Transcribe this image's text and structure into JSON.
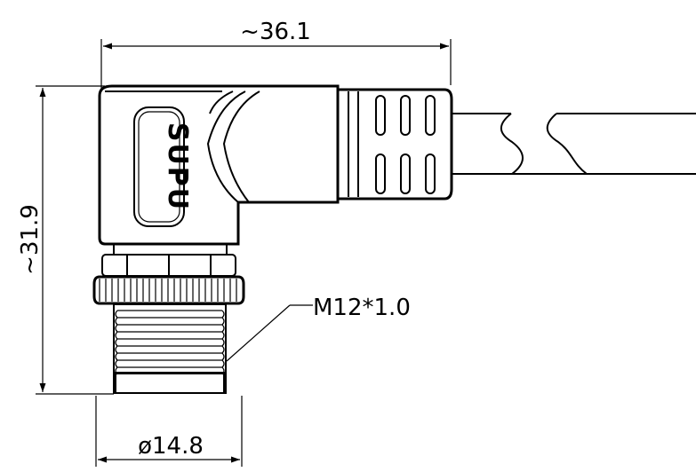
{
  "dimensions": {
    "length": "~36.1",
    "height": "~31.9",
    "diameter": "ø14.8",
    "thread": "M12*1.0"
  },
  "brand_logo": "SUPU"
}
